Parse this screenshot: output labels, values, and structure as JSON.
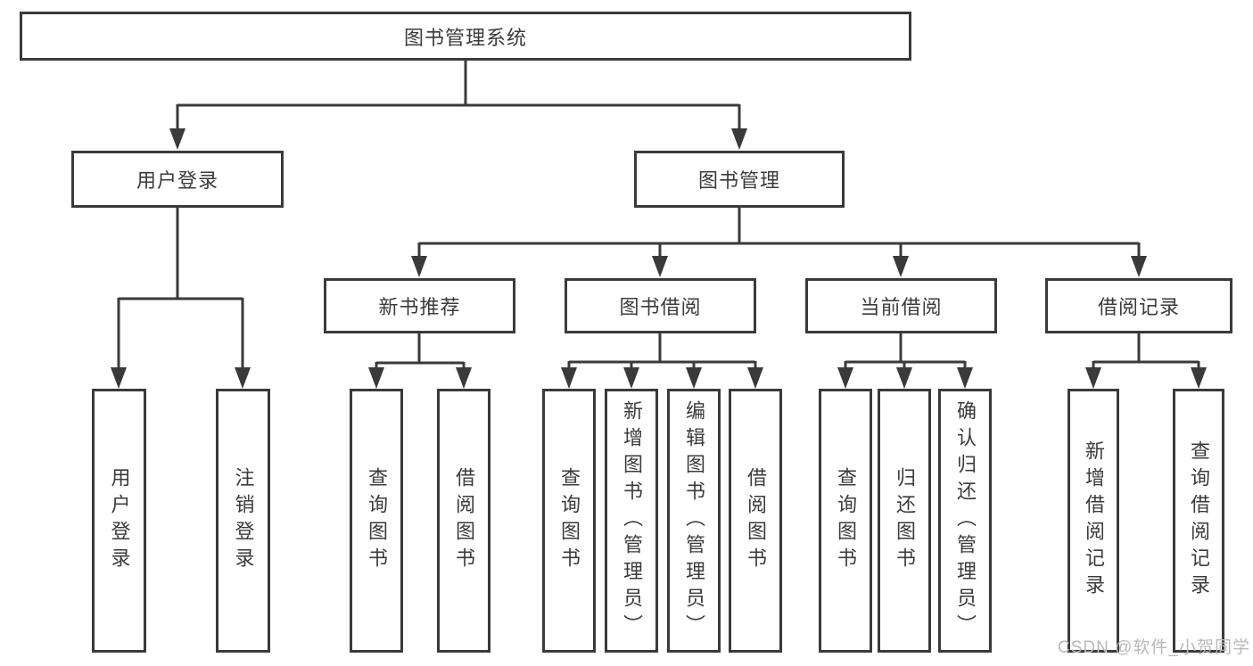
{
  "diagram": {
    "title": "图书管理系统",
    "root": {
      "label": "图书管理系统",
      "children": [
        {
          "label": "用户登录",
          "children": [
            {
              "label": "用户登录"
            },
            {
              "label": "注销登录"
            }
          ]
        },
        {
          "label": "图书管理",
          "children": [
            {
              "label": "新书推荐",
              "children": [
                {
                  "label": "查询图书"
                },
                {
                  "label": "借阅图书"
                }
              ]
            },
            {
              "label": "图书借阅",
              "children": [
                {
                  "label": "查询图书"
                },
                {
                  "label": "新增图书（管理员）"
                },
                {
                  "label": "编辑图书（管理员）"
                },
                {
                  "label": "借阅图书"
                }
              ]
            },
            {
              "label": "当前借阅",
              "children": [
                {
                  "label": "查询图书"
                },
                {
                  "label": "归还图书"
                },
                {
                  "label": "确认归还（管理员）"
                }
              ]
            },
            {
              "label": "借阅记录",
              "children": [
                {
                  "label": "新增借阅记录"
                },
                {
                  "label": "查询借阅记录"
                }
              ]
            }
          ]
        }
      ]
    },
    "watermark": "CSDN @软件_小贺同学",
    "colors": {
      "line": "#3a3a3a",
      "text": "#3b3b3b",
      "box_background": "#ffffff",
      "watermark": "#b9b9bd"
    }
  }
}
